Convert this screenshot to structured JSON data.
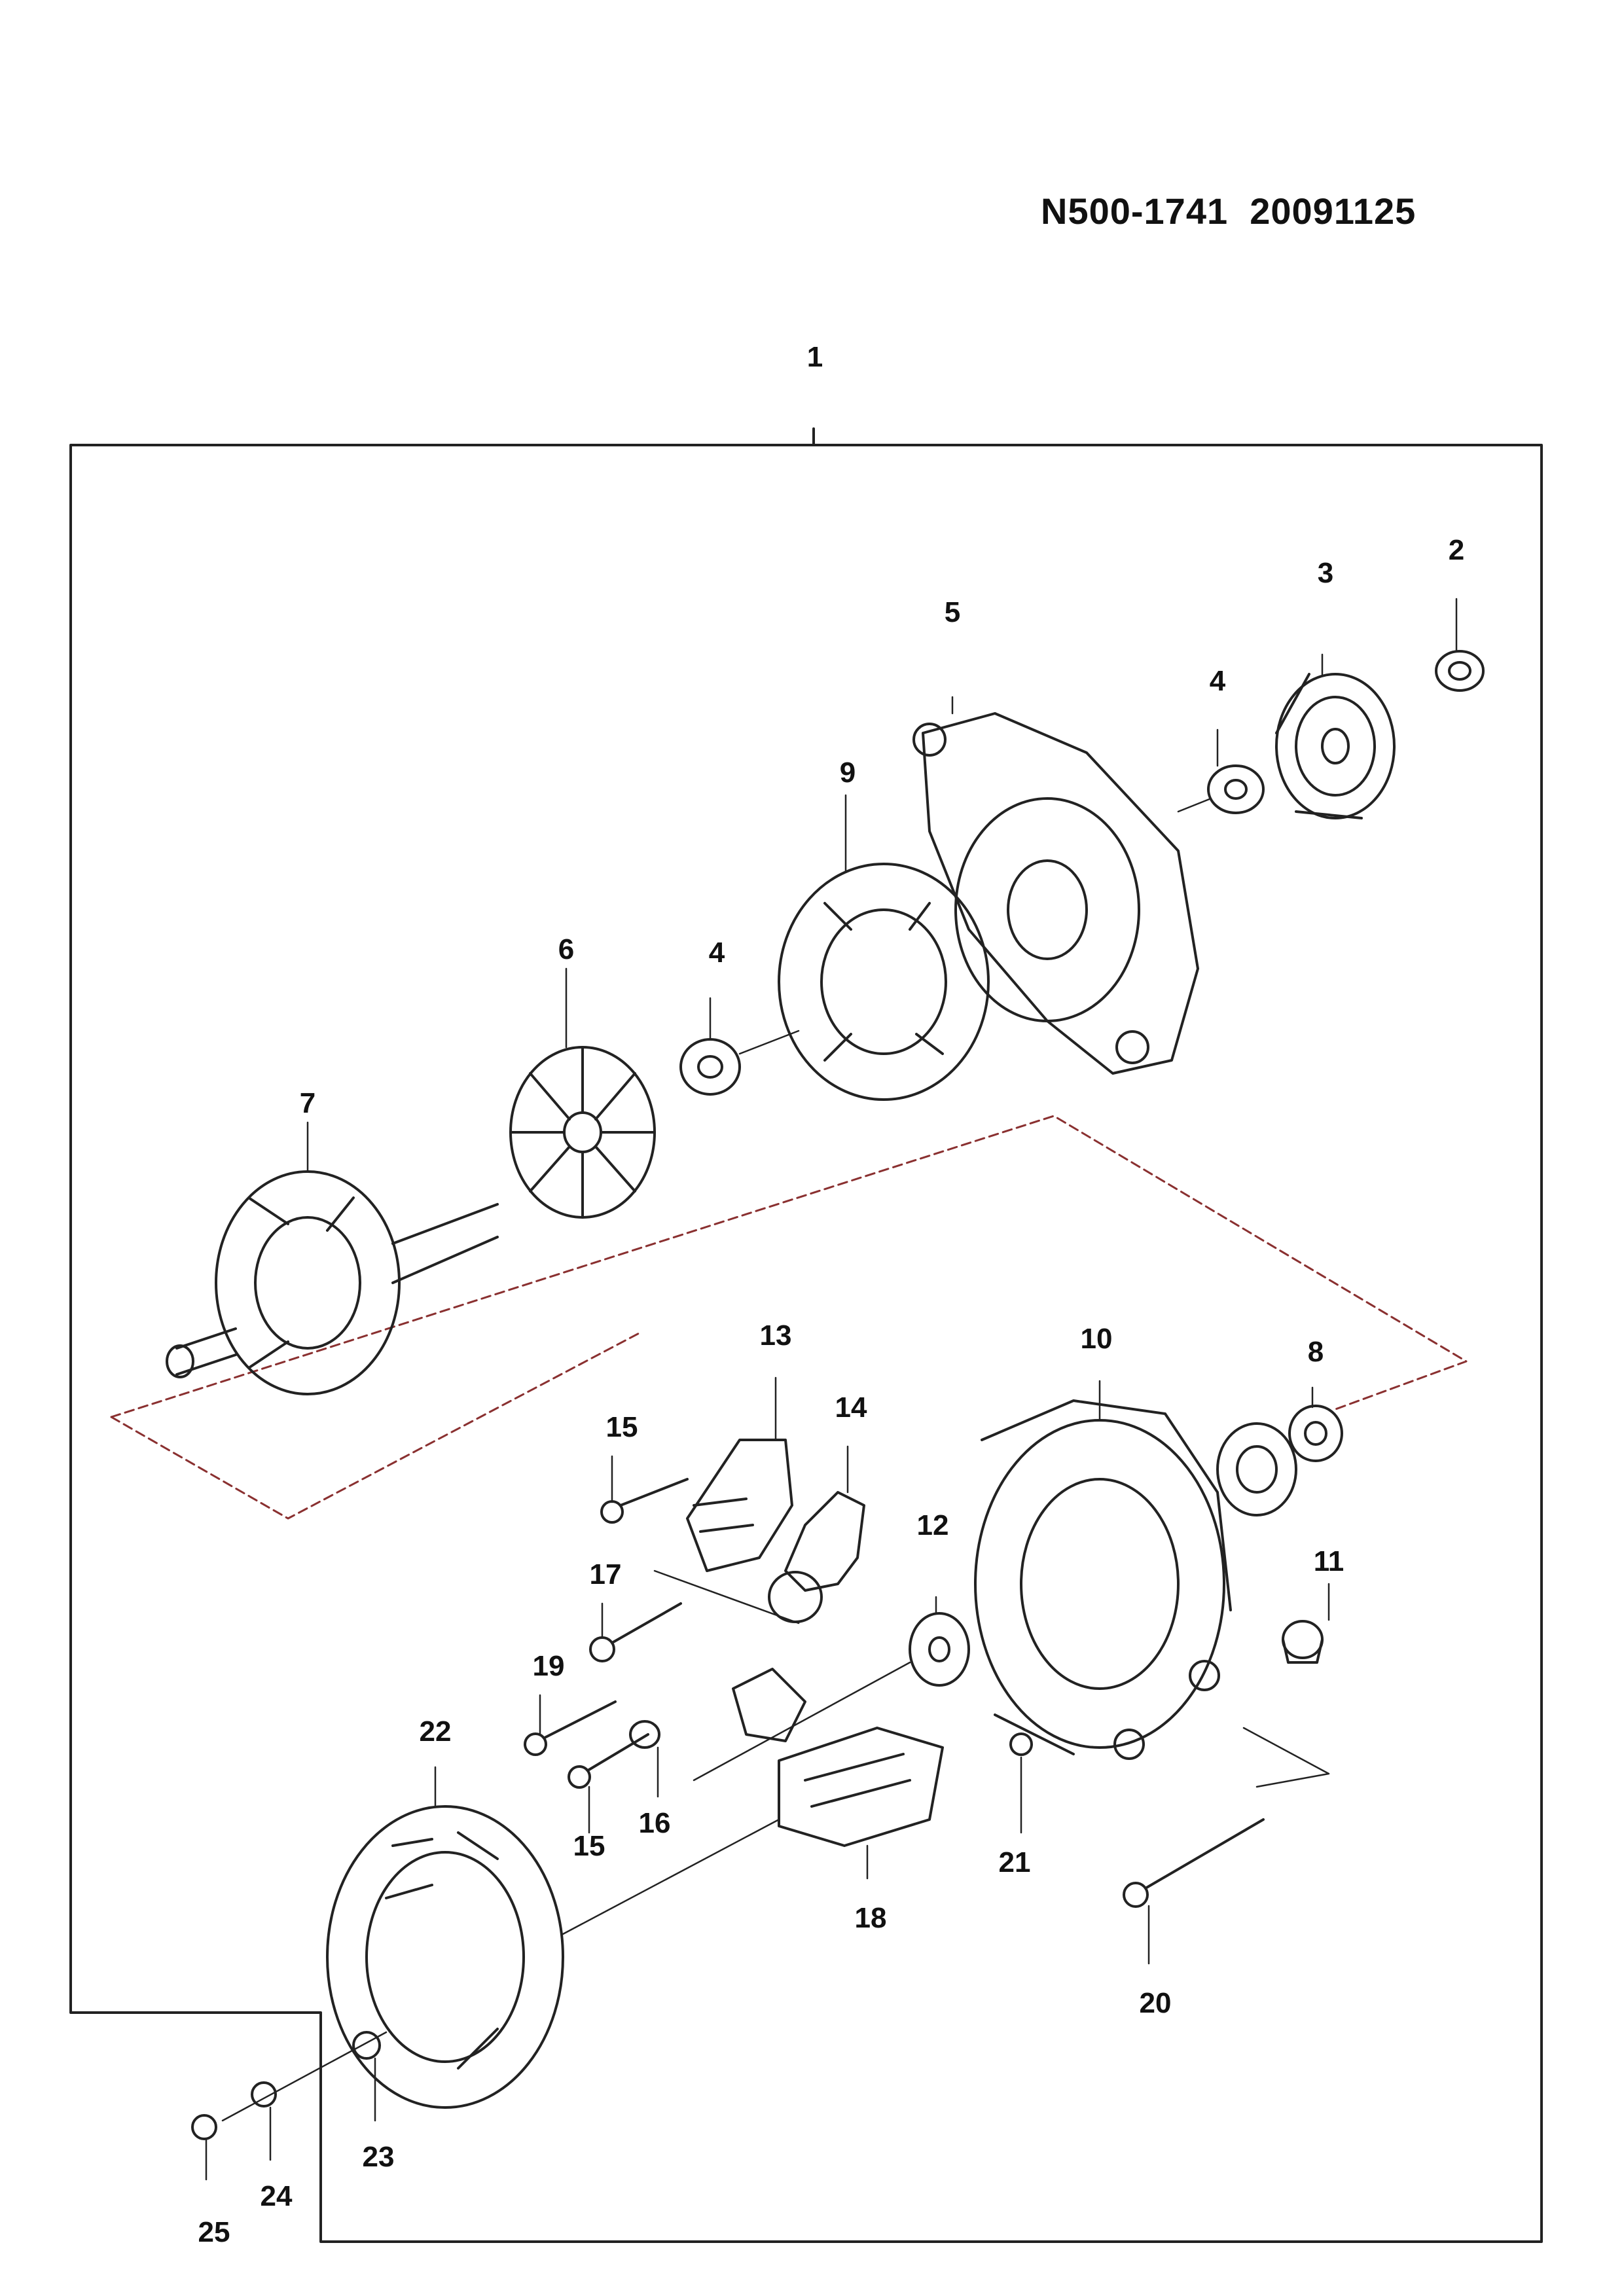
{
  "header": {
    "doc_code": "N500-1741",
    "doc_date": "20091125"
  },
  "callouts": [
    {
      "id": "c1",
      "label": "1"
    },
    {
      "id": "c2",
      "label": "2"
    },
    {
      "id": "c3",
      "label": "3"
    },
    {
      "id": "c4a",
      "label": "4"
    },
    {
      "id": "c4b",
      "label": "4"
    },
    {
      "id": "c5",
      "label": "5"
    },
    {
      "id": "c6",
      "label": "6"
    },
    {
      "id": "c7",
      "label": "7"
    },
    {
      "id": "c8",
      "label": "8"
    },
    {
      "id": "c9",
      "label": "9"
    },
    {
      "id": "c10",
      "label": "10"
    },
    {
      "id": "c11",
      "label": "11"
    },
    {
      "id": "c12",
      "label": "12"
    },
    {
      "id": "c13",
      "label": "13"
    },
    {
      "id": "c14",
      "label": "14"
    },
    {
      "id": "c15a",
      "label": "15"
    },
    {
      "id": "c15b",
      "label": "15"
    },
    {
      "id": "c16",
      "label": "16"
    },
    {
      "id": "c17",
      "label": "17"
    },
    {
      "id": "c18",
      "label": "18"
    },
    {
      "id": "c19",
      "label": "19"
    },
    {
      "id": "c20",
      "label": "20"
    },
    {
      "id": "c21",
      "label": "21"
    },
    {
      "id": "c22",
      "label": "22"
    },
    {
      "id": "c23",
      "label": "23"
    },
    {
      "id": "c24",
      "label": "24"
    },
    {
      "id": "c25",
      "label": "25"
    }
  ]
}
